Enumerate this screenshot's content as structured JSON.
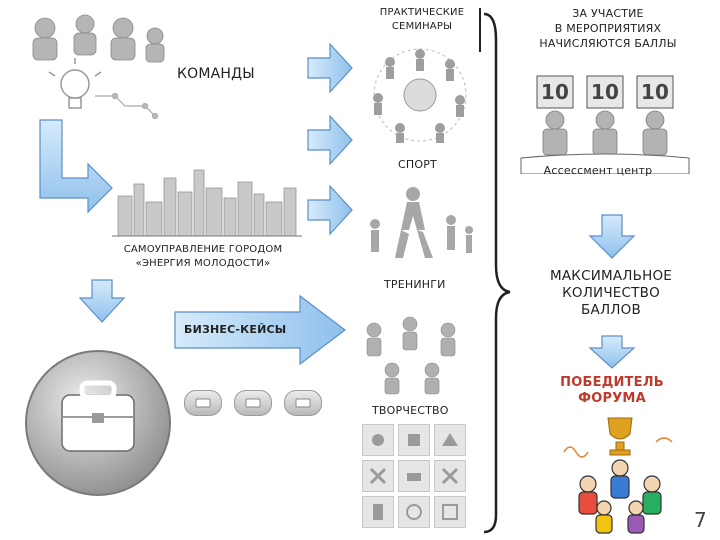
{
  "labels": {
    "seminars": "ПРАКТИЧЕСКИЕ\nСЕМИНАРЫ",
    "teams": "КОМАНДЫ",
    "sport": "СПОРТ",
    "self_gov": "САМОУПРАВЛЕНИЕ ГОРОДОМ\n«ЭНЕРГИЯ МОЛОДОСТИ»",
    "trainings": "ТРЕНИНГИ",
    "cases": "БИЗНЕС-КЕЙСЫ",
    "creativity": "ТВОРЧЕСТВО",
    "points_info": "ЗА УЧАСТИЕ\nВ МЕРОПРИЯТИЯХ\nНАЧИСЛЯЮТСЯ БАЛЛЫ",
    "assessment": "Ассессмент центр",
    "max_points": "МАКСИМАЛЬНОЕ\nКОЛИЧЕСТВО\nБАЛЛОВ",
    "winner": "ПОБЕДИТЕЛЬ\nФОРУМА",
    "page_number": "7"
  },
  "score_cards": [
    "10",
    "10",
    "10"
  ],
  "colors": {
    "arrow_fill": "#a9cff0",
    "arrow_stroke": "#5b8fc7",
    "winner_text": "#c0392b",
    "illustration_gray": "#9e9e9e"
  },
  "icons": [
    "briefcase-icon",
    "trophy-icon",
    "lightbulb-icon",
    "city-skyline",
    "judges-panel"
  ]
}
